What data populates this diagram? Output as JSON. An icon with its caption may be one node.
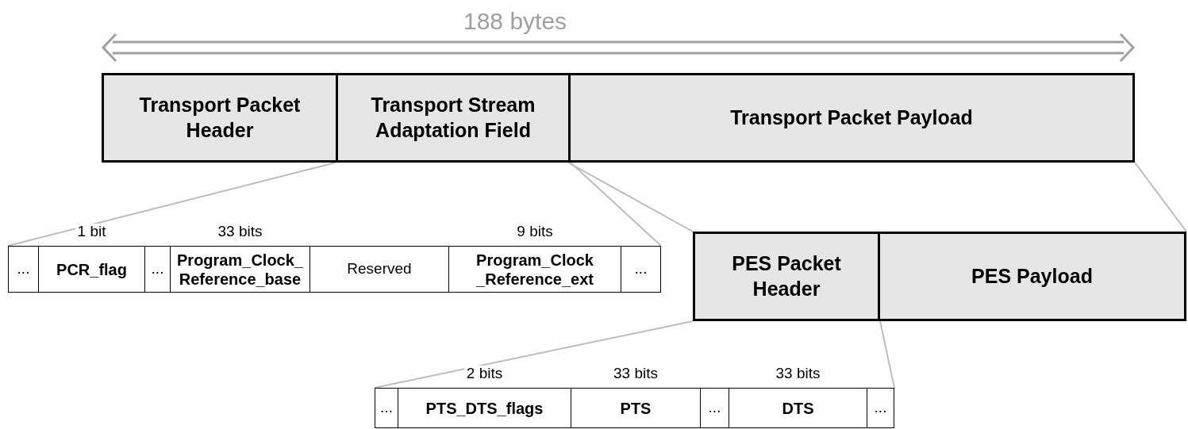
{
  "diagram": {
    "nodes": [
      {
        "text": [
          "Transport Packet Header"
        ]
      },
      {
        "text": [
          "Transport Stream Adaptation Field"
        ]
      },
      {
        "text": [
          "Transport Packet Payload"
        ]
      },
      {
        "text": [
          "..."
        ]
      },
      {
        "text": [
          "PCR_flag"
        ],
        "beside": [
          "1 bit"
        ]
      },
      {
        "text": [
          "..."
        ]
      },
      {
        "text": [
          "Program_Clock_ Reference_base"
        ],
        "beside": [
          "33 bits"
        ]
      },
      {
        "text": [
          "Reserved"
        ]
      },
      {
        "text": [
          "Program_Clock _Reference_ext"
        ],
        "beside": [
          "9 bits"
        ]
      },
      {
        "text": [
          "..."
        ]
      },
      {
        "text": [
          "PES Packet Header"
        ]
      },
      {
        "text": [
          "PES Payload"
        ]
      },
      {
        "text": [
          "..."
        ]
      },
      {
        "text": [
          "PTS_DTS_flags"
        ],
        "beside": [
          "2 bits"
        ]
      },
      {
        "text": [
          "PTS"
        ],
        "beside": [
          "33 bits"
        ]
      },
      {
        "text": [
          "..."
        ]
      },
      {
        "text": [
          "DTS"
        ],
        "beside": [
          "33 bits"
        ]
      },
      {
        "text": [
          "..."
        ]
      }
    ],
    "edges": [
      {
        "from": 1,
        "to": 3,
        "arrow": "none"
      },
      {
        "from": 1,
        "to": 9,
        "arrow": "none"
      },
      {
        "from": 2,
        "to": 10,
        "arrow": "none"
      },
      {
        "from": 2,
        "to": 11,
        "arrow": "none"
      },
      {
        "from": 10,
        "to": 12,
        "arrow": "none"
      },
      {
        "from": 10,
        "to": 17,
        "arrow": "none"
      }
    ],
    "labels": [
      "188 bytes"
    ]
  }
}
